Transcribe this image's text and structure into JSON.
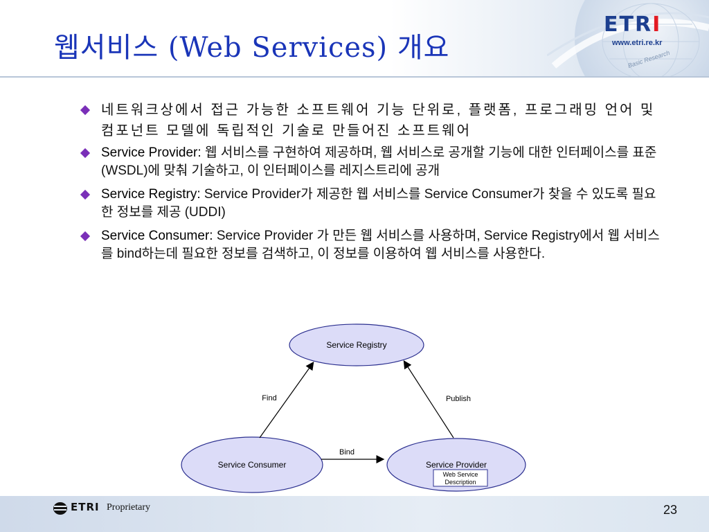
{
  "header": {
    "title": "웹서비스 (Web Services) 개요",
    "logo_text_main": "ETR",
    "logo_text_end": "I",
    "logo_url": "www.etri.re.kr",
    "globe_caption": "Basic Research"
  },
  "bullets": [
    {
      "term": "",
      "text": "네트워크상에서 접근 가능한 소프트웨어 기능 단위로, 플랫폼, 프로그래밍 언어 및 컴포넌트 모델에 독립적인 기술로 만들어진 소프트웨어"
    },
    {
      "term": "Service Provider:",
      "text": " 웹 서비스를 구현하여 제공하며, 웹 서비스로 공개할 기능에 대한 인터페이스를 표준 (WSDL)에 맞춰 기술하고, 이 인터페이스를 레지스트리에 공개"
    },
    {
      "term": "Service Registry:",
      "text": " Service Provider가 제공한 웹 서비스를 Service Consumer가 찾을 수 있도록 필요한 정보를 제공 (UDDI)"
    },
    {
      "term": "Service Consumer:",
      "text": " Service Provider 가 만든 웹 서비스를 사용하며, Service Registry에서 웹 서비스를 bind하는데 필요한 정보를 검색하고, 이 정보를 이용하여 웹 서비스를 사용한다."
    }
  ],
  "diagram": {
    "registry": "Service Registry",
    "consumer": "Service Consumer",
    "provider": "Service Provider",
    "find": "Find",
    "publish": "Publish",
    "bind": "Bind",
    "wsdl_line1": "Web Service",
    "wsdl_line2": "Description"
  },
  "footer": {
    "brand": "ETRI",
    "label": "Proprietary",
    "page": "23"
  },
  "colors": {
    "title": "#1a35b8",
    "bullet": "#7a2fb8",
    "ellipse_fill": "#dcdcf8",
    "ellipse_stroke": "#2b2f8f",
    "logo_red": "#e31b23",
    "logo_blue": "#1d3f8f"
  }
}
